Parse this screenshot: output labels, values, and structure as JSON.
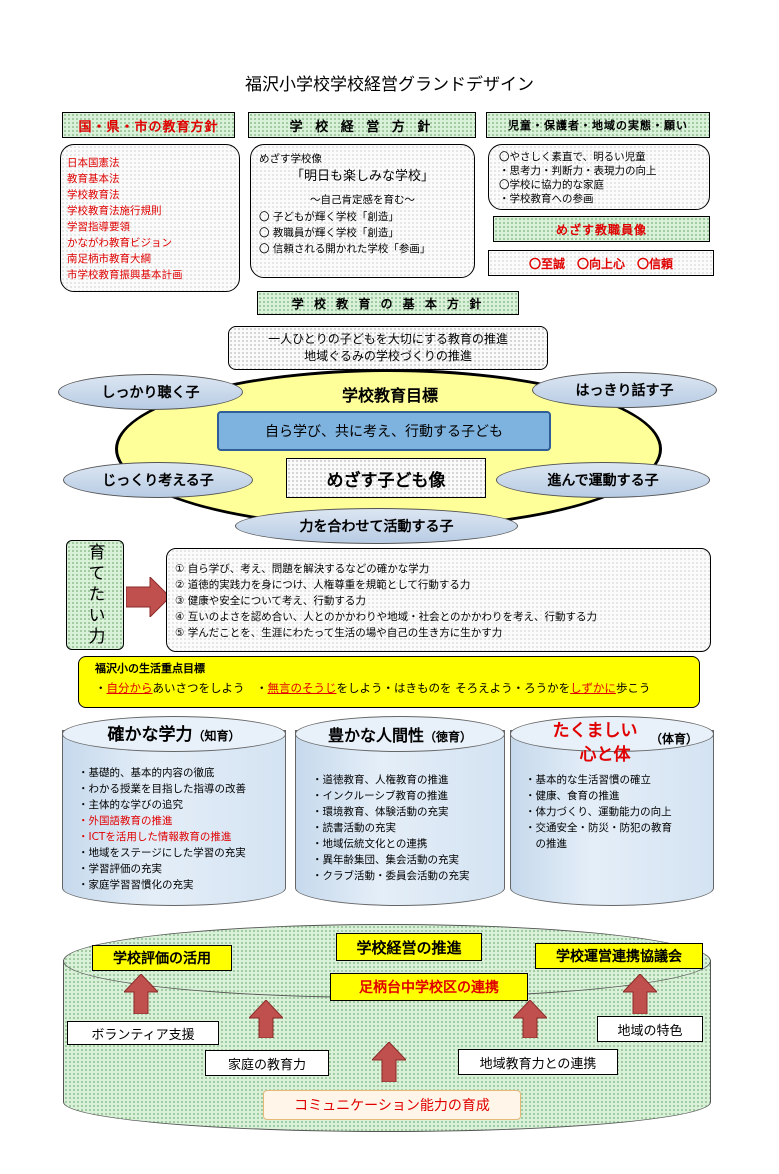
{
  "title": "福沢小学校学校経営グランドデザイン",
  "policy": {
    "national_header": "国・県・市の教育方針",
    "national_items": [
      "日本国憲法",
      "教育基本法",
      "学校教育法",
      "学校教育法施行規則",
      "学習指導要領",
      "かながわ教育ビジョン",
      "南足柄市教育大綱",
      "市学校教育振興基本計画"
    ],
    "management_header": "学 校 経 営 方 針",
    "management_lead": "めざす学校像",
    "management_motto": "「明日も楽しみな学校」",
    "management_sub": "～自己肯定感を育む～",
    "management_items": [
      "〇 子どもが輝く学校「創造」",
      "〇 教職員が輝く学校「創造」",
      "〇 信頼される開かれた学校「参画」"
    ],
    "wishes_header": "児童・保護者・地域の実態・願い",
    "wishes_items": [
      "〇やさしく素直で、明るい児童",
      "・思考力・判断力・表現力の向上",
      "〇学校に協力的な家庭",
      "・学校教育への参画"
    ],
    "staff_header": "めざす教職員像",
    "staff_values": "〇至誠　〇向上心　〇信頼"
  },
  "basic_policy": {
    "header": "学 校 教 育 の 基 本 方 針",
    "line1": "一人ひとりの子どもを大切にする教育の推進",
    "line2": "地域ぐるみの学校づくりの推進"
  },
  "goal": {
    "title": "学校教育目標",
    "statement": "自ら学び、共に考え、行動する子ども",
    "center": "めざす子ども像",
    "ovals": [
      "しっかり聴く子",
      "はっきり話す子",
      "じっくり考える子",
      "進んで運動する子",
      "力を合わせて活動する子"
    ]
  },
  "abilities": {
    "label": "育てたい力",
    "items": [
      "① 自ら学び、考え、問題を解決するなどの確かな学力",
      "② 道徳的実践力を身につけ、人権尊重を規範として行動する力",
      "③ 健康や安全について考え、行動する力",
      "④ 互いのよさを認め合い、人とのかかわりや地域・社会とのかかわりを考え、行動する力",
      "⑤ 学んだことを、生涯にわたって生活の場や自己の生き方に生かす力"
    ]
  },
  "life_goals": {
    "title": "福沢小の生活重点目標",
    "prefix1": "・",
    "em1": "自分から",
    "rest1": "あいさつをしよう　・",
    "em2": "無言のそうじ",
    "rest2": "をしよう・はきものを そろえよう・ろうかを",
    "em3": "しずかに",
    "rest3": "歩こう"
  },
  "pillars": [
    {
      "title": "確かな学力",
      "tag": "（知育）",
      "items": [
        {
          "text": "・基礎的、基本的内容の徹底",
          "red": false
        },
        {
          "text": "・わかる授業を目指した指導の改善",
          "red": false
        },
        {
          "text": "・主体的な学びの追究",
          "red": false
        },
        {
          "text": "・外国語教育の推進",
          "red": true
        },
        {
          "text": "・ICTを活用した情報教育の推進",
          "red": true
        },
        {
          "text": "・地域をステージにした学習の充実",
          "red": false
        },
        {
          "text": "・学習評価の充実",
          "red": false
        },
        {
          "text": "・家庭学習習慣化の充実",
          "red": false
        }
      ]
    },
    {
      "title": "豊かな人間性",
      "tag": "（徳育）",
      "items": [
        {
          "text": "・道徳教育、人権教育の推進",
          "red": false
        },
        {
          "text": "・インクルーシブ教育の推進",
          "red": false
        },
        {
          "text": "・環境教育、体験活動の充実",
          "red": false
        },
        {
          "text": "・読書活動の充実",
          "red": false
        },
        {
          "text": "・地域伝統文化との連携",
          "red": false
        },
        {
          "text": "・異年齢集団、集会活動の充実",
          "red": false
        },
        {
          "text": "・クラブ活動・委員会活動の充実",
          "red": false
        }
      ]
    },
    {
      "title_line1": "たくましい",
      "title_line2": "心と体",
      "tag": "（体育）",
      "items": [
        {
          "text": "・基本的な生活習慣の確立",
          "red": false
        },
        {
          "text": "・健康、食育の推進",
          "red": false
        },
        {
          "text": "・体力づくり、運動能力の向上",
          "red": false
        },
        {
          "text": "・交通安全・防災・防犯の教育",
          "red": false
        },
        {
          "text": "　の推進",
          "red": false
        }
      ]
    }
  ],
  "foundation": {
    "eval": "学校評価の活用",
    "promotion": "学校経営の推進",
    "council": "学校運営連携協議会",
    "district": "足柄台中学校区の連携",
    "volunteer": "ボランティア支援",
    "local_color": "地域の特色",
    "home": "家庭の教育力",
    "community": "地域教育力との連携",
    "communication": "コミュニケーション能力の育成"
  }
}
